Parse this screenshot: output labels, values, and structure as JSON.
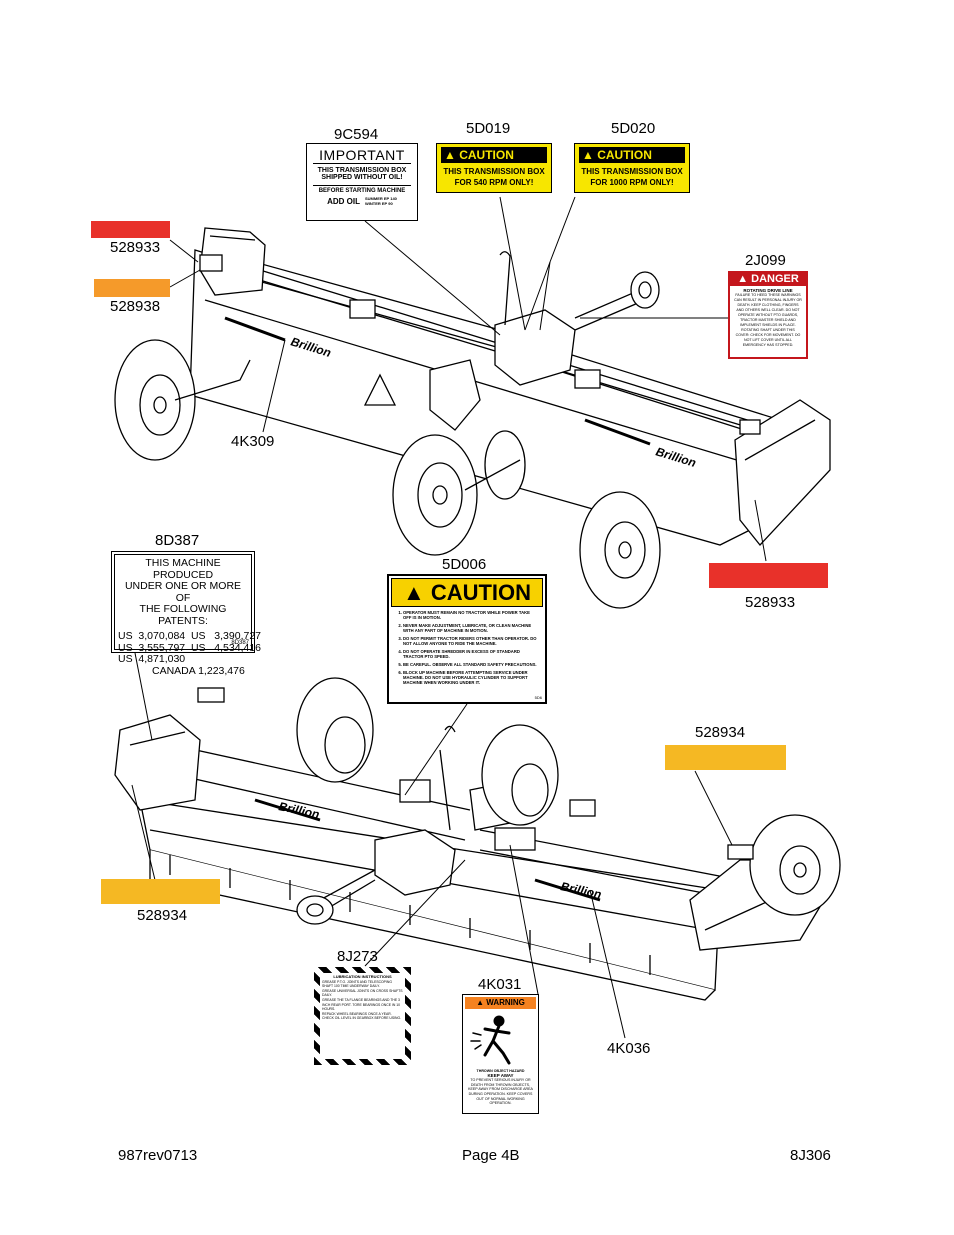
{
  "callouts": {
    "c9C594": "9C594",
    "c5D019": "5D019",
    "c5D020": "5D020",
    "c528933a": "528933",
    "c528938": "528938",
    "c2J099": "2J099",
    "c4K309": "4K309",
    "c8D387": "8D387",
    "c5D006": "5D006",
    "c528933b": "528933",
    "c528934a": "528934",
    "c528934b": "528934",
    "c8J273": "8J273",
    "c4K031": "4K031",
    "c4K036": "4K036"
  },
  "decal_9C594": {
    "title": "IMPORTANT",
    "line1": "THIS TRANSMISSION BOX",
    "line2": "SHIPPED WITHOUT OIL!",
    "line3": "BEFORE STARTING MACHINE",
    "add_oil": "ADD OIL",
    "summer": "SUMMER EP 140",
    "winter": "WINTER EP 90"
  },
  "decal_5D019": {
    "header": "CAUTION",
    "line1": "THIS TRANSMISSION BOX",
    "line2": "FOR 540 RPM ONLY!"
  },
  "decal_5D020": {
    "header": "CAUTION",
    "line1": "THIS TRANSMISSION BOX",
    "line2": "FOR 1000 RPM ONLY!"
  },
  "decal_2J099": {
    "header": "DANGER",
    "title": "ROTATING DRIVE LINE",
    "text": "FAILURE TO HEED THESE WARNINGS CAN RESULT IN PERSONAL INJURY OR DEATH. KEEP CLOTHING, FINGERS AND OTHERS WELL CLEAR. DO NOT OPERATE WITHOUT PTO GUARDS, TRACTOR MASTER SHIELD AND IMPLEMENT SHIELDS IN PLACE. ROTATING SHAFT UNDER THIS COVER: CHECK FOR MOVEMENT. DO NOT LIFT COVER UNTIL ALL EMERGENCY HAS STOPPED."
  },
  "decal_8D387": {
    "line1": "THIS MACHINE PRODUCED",
    "line2": "UNDER ONE OR MORE OF",
    "line3": "THE FOLLOWING PATENTS:",
    "row1": "US  3,070,084  US   3,390,727",
    "row2": "US  3,555,797  US   4,534,416",
    "row3": "US  4,871,030",
    "row4": "CANADA  1,223,476",
    "code": "8D387"
  },
  "decal_5D006": {
    "header": "CAUTION",
    "items": [
      "OPERATOR MUST REMAIN NO TRACTOR WHILE POWER TAKE OFF IS IN MOTION.",
      "NEVER MAKE ADJUSTMENT, LUBRICATE, OR CLEAN MACHINE WITH ANY PART OF MACHINE IN MOTION.",
      "DO NOT PERMIT TRACTOR RIDERS OTHER THAN OPERATOR. DO NOT ALLOW ANYONE TO RIDE THE MACHINE.",
      "DO NOT OPERATE SHREDDER IN EXCESS OF STANDARD TRACTOR PTO SPEED.",
      "BE CAREFUL. OBSERVE ALL STANDARD SAFETY PRECAUTIONS.",
      "BLOCK UP MACHINE BEFORE ATTEMPTING SERVICE UNDER MACHINE. DO NOT USE HYDRAULIC CYLINDER TO SUPPORT MACHINE WHEN WORKING UNDER IT."
    ],
    "code": "5D6"
  },
  "decal_8J273": {
    "title": "LUBRICATION INSTRUCTIONS",
    "items": [
      "GREASE P.T.O. JOINTS AND TELESCOPING SHAFT 100 TIME UNDERWAY DAILY.",
      "GREASE UNIVERSAL JOINTS ON CROSS SHAFTS DAILY.",
      "GREASE THE TA FLANGE BEARINGS AND THE 3 INCH REAR PORT. TORE BEARINGS ONCE IN 10 HOURS.",
      "REPACK WHEEL BEARINGS ONCE A YEAR.",
      "CHECK OIL LEVEL IN GEARBOX BEFORE USING."
    ]
  },
  "decal_4K031": {
    "header": "WARNING",
    "hazard": "THROWN OBJECT HAZARD",
    "keep": "KEEP AWAY",
    "text": "TO PREVENT SERIOUS INJURY OR DEATH FROM THROWN OBJECTS, KEEP AWAY FROM DISCHARGE AREA DURING OPERATION. KEEP COVERS OUT OF NORMAL WORKING OPERATION."
  },
  "brand": "Brillion",
  "footer": {
    "left": "987rev0713",
    "center": "Page 4B",
    "right": "8J306"
  },
  "colors": {
    "red_patch": "#e8312a",
    "orange_patch": "#f59a2a",
    "yellow_patch": "#f5b823",
    "caution_yellow": "#f7e600",
    "danger_red": "#c4161c"
  }
}
